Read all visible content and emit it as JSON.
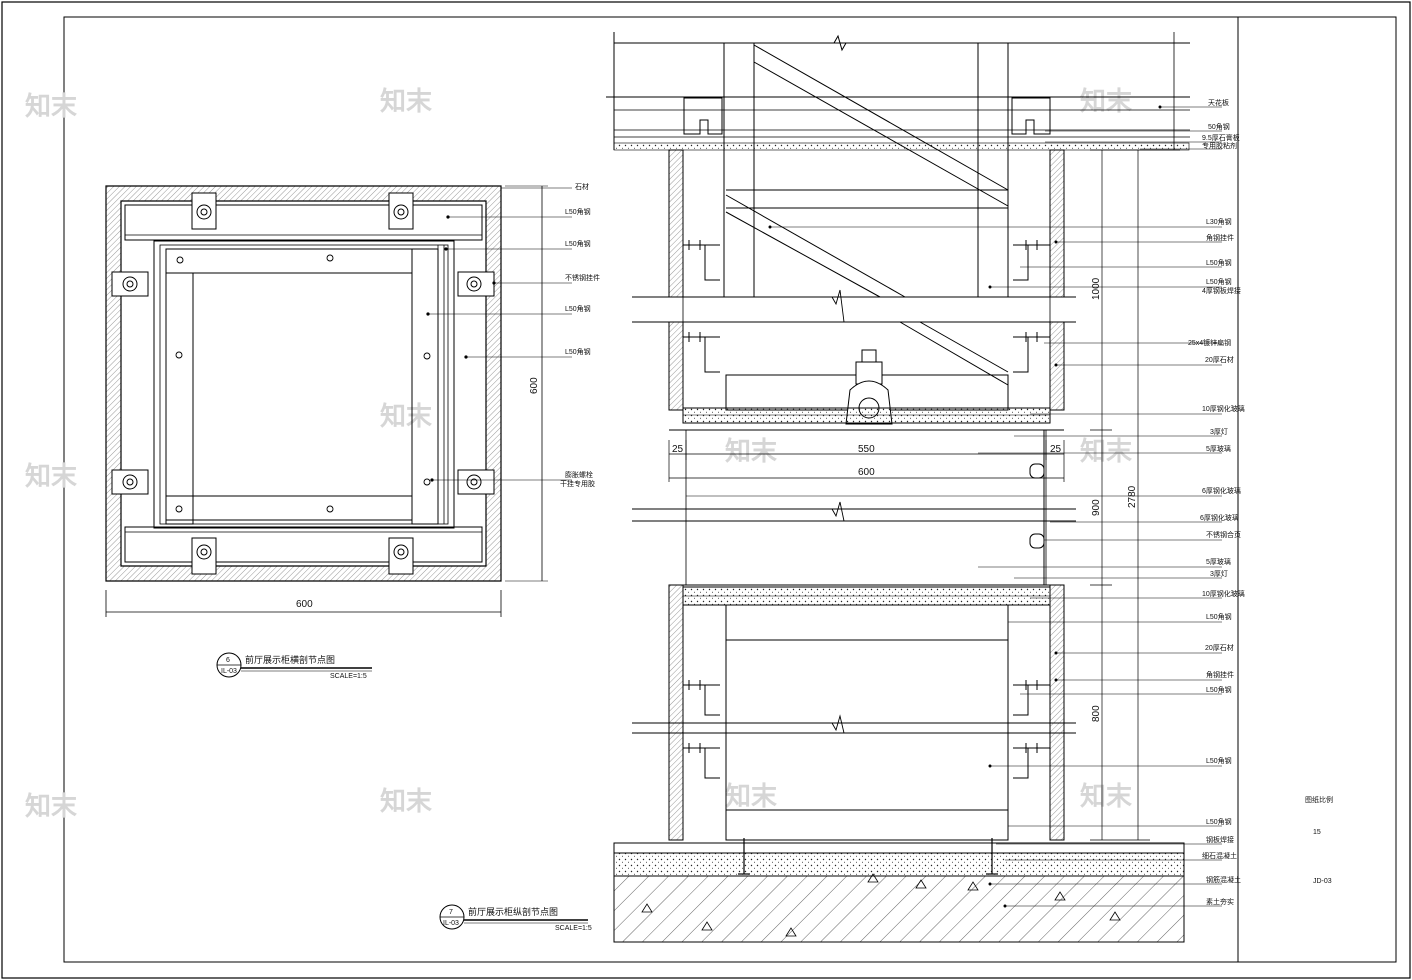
{
  "watermark": "知末",
  "plan_detail": {
    "dim_width": "600",
    "dim_height": "600",
    "callouts": [
      "石材",
      "L50角钢",
      "L50角钢",
      "不锈钢挂件",
      "L50角钢",
      "L50角钢",
      "膨胀螺栓",
      "干挂专用胶"
    ],
    "title_number": "6",
    "title_ref": "IL-03",
    "title": "前厅展示柜横剖节点图",
    "scale": "SCALE=1:5"
  },
  "section_detail": {
    "dim_side_left": "25",
    "dim_center": "550",
    "dim_side_right": "25",
    "dim_total": "600",
    "dim_1000": "1000",
    "dim_900": "900",
    "dim_800": "800",
    "dim_2780": "2780",
    "callouts": [
      "天花板",
      "50角钢",
      "9.5厚石膏板",
      "专用胶粘剂",
      "L30角钢",
      "角钢挂件",
      "L50角钢",
      "L50角钢",
      "4厚钢板焊接",
      "25x4镀锌扁钢",
      "20厚石材",
      "10厚钢化玻璃",
      "3厚灯",
      "5厚玻璃",
      "6厚钢化玻璃",
      "6厚钢化玻璃",
      "不锈钢合页",
      "5厚玻璃",
      "3厚灯",
      "10厚钢化玻璃",
      "L50角钢",
      "20厚石材",
      "角钢挂件",
      "L50角钢",
      "L50角钢",
      "L50角钢",
      "钢板焊接",
      "细石混凝土",
      "钢筋混凝土",
      "素土夯实"
    ],
    "title_number": "7",
    "title_ref": "IL-03",
    "title": "前厅展示柜纵剖节点图",
    "scale": "SCALE=1:5"
  },
  "title_block": {
    "scale_label": "图纸比例",
    "scale_value": "15",
    "drawing_no": "JD-03"
  }
}
